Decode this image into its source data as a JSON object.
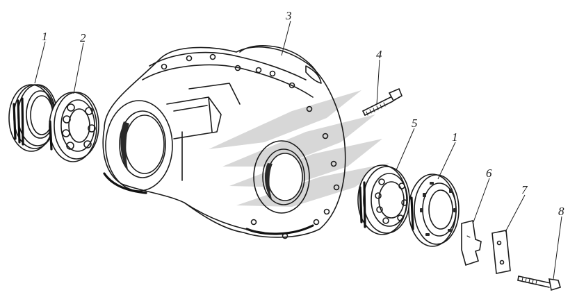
{
  "callouts": [
    {
      "label": "1"
    },
    {
      "label": "2"
    },
    {
      "label": "3"
    },
    {
      "label": "4"
    },
    {
      "label": "5"
    },
    {
      "label": "1"
    },
    {
      "label": "6"
    },
    {
      "label": "7"
    },
    {
      "label": "8"
    }
  ],
  "parts": {
    "seal_left": "oil-seal",
    "bearing_left": "ball-bearing",
    "housing": "bearing-housing",
    "bolt_small": "bolt",
    "bearing_right": "ball-bearing",
    "seal_right": "oil-seal",
    "lock_plate": "lock-plate",
    "shim_plate": "plate",
    "bolt_long": "bolt"
  },
  "colors": {
    "line": "#1a1a1a",
    "watermark": "#c9c9c9",
    "background": "#ffffff"
  }
}
